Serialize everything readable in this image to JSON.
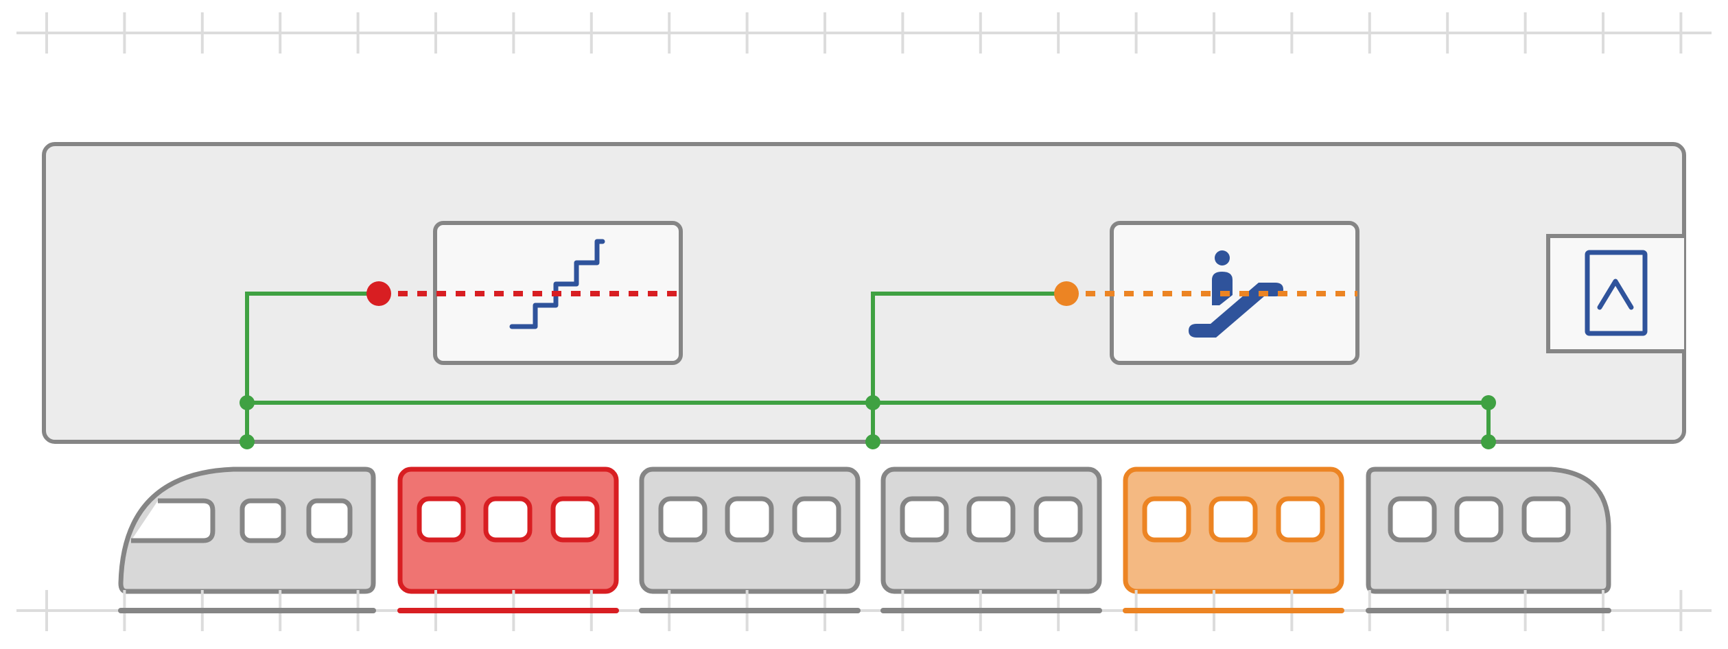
{
  "colors": {
    "background": "#ffffff",
    "ruler": "#dcdcdc",
    "platform_fill": "#ececec",
    "outline": "#858585",
    "box_fill": "#f8f8f8",
    "route_green": "#3fa142",
    "stairs_red": "#d81e22",
    "escalator_orange": "#ec8423",
    "icon_blue": "#2f539b",
    "car_gray_fill": "#d8d8d8",
    "car_red_fill": "#ef7472",
    "car_orange_fill": "#f4b982",
    "window_fill": "#ffffff"
  },
  "facilities": [
    {
      "id": "stairs",
      "icon": "stairs-icon",
      "color": "#d81e22"
    },
    {
      "id": "escalator",
      "icon": "escalator-icon",
      "color": "#ec8423"
    },
    {
      "id": "elevator",
      "icon": "elevator-icon",
      "color": "#2f539b"
    }
  ],
  "train": {
    "cars": [
      {
        "id": "car-1",
        "kind": "head",
        "highlight": "none"
      },
      {
        "id": "car-2",
        "kind": "middle",
        "highlight": "stairs"
      },
      {
        "id": "car-3",
        "kind": "middle",
        "highlight": "none"
      },
      {
        "id": "car-4",
        "kind": "middle",
        "highlight": "none"
      },
      {
        "id": "car-5",
        "kind": "middle",
        "highlight": "escalator"
      },
      {
        "id": "car-6",
        "kind": "tail",
        "highlight": "none"
      }
    ]
  }
}
